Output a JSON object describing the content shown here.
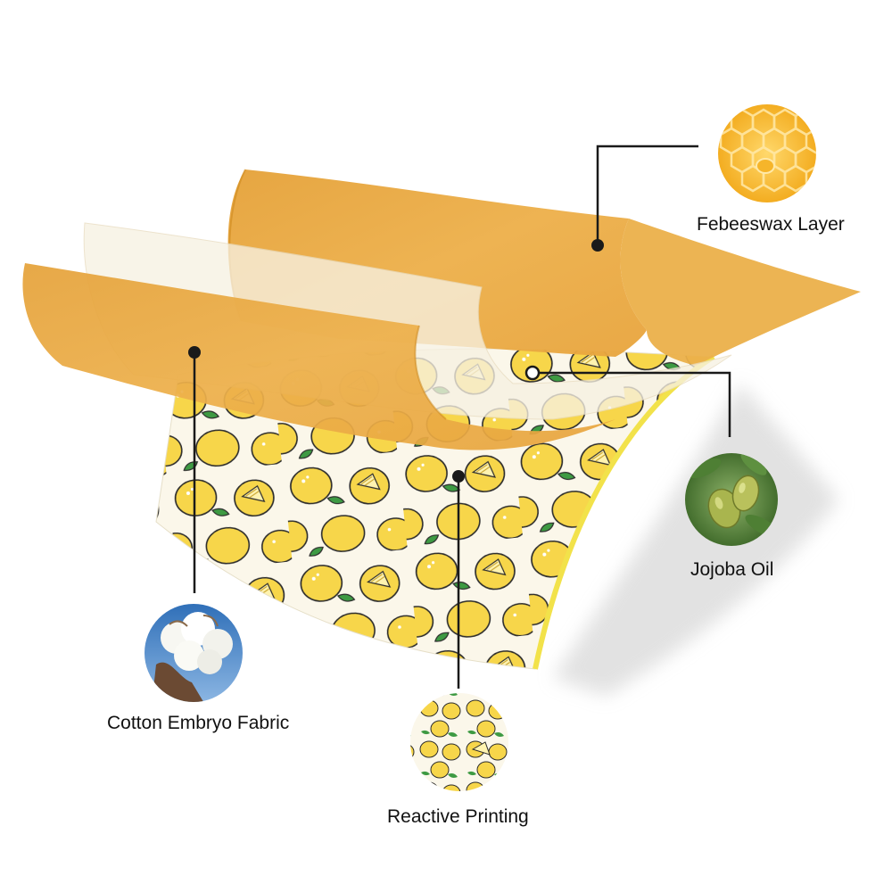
{
  "callouts": {
    "beeswax": {
      "label": "Febeeswax Layer",
      "icon": "honeycomb-icon"
    },
    "jojoba": {
      "label": "Jojoba Oil",
      "icon": "jojoba-fruit-icon"
    },
    "cotton": {
      "label": "Cotton Embryo Fabric",
      "icon": "cotton-boll-icon"
    },
    "printing": {
      "label": "Reactive Printing",
      "icon": "lemon-print-icon"
    }
  },
  "colors": {
    "wax": "#E9A73E",
    "wax_dark": "#D99122",
    "lemon": "#F7D64A",
    "leaf": "#3E9A43",
    "fabric": "#FBF7EA",
    "film": "#F4EDDC",
    "line": "#1a1a1a"
  }
}
